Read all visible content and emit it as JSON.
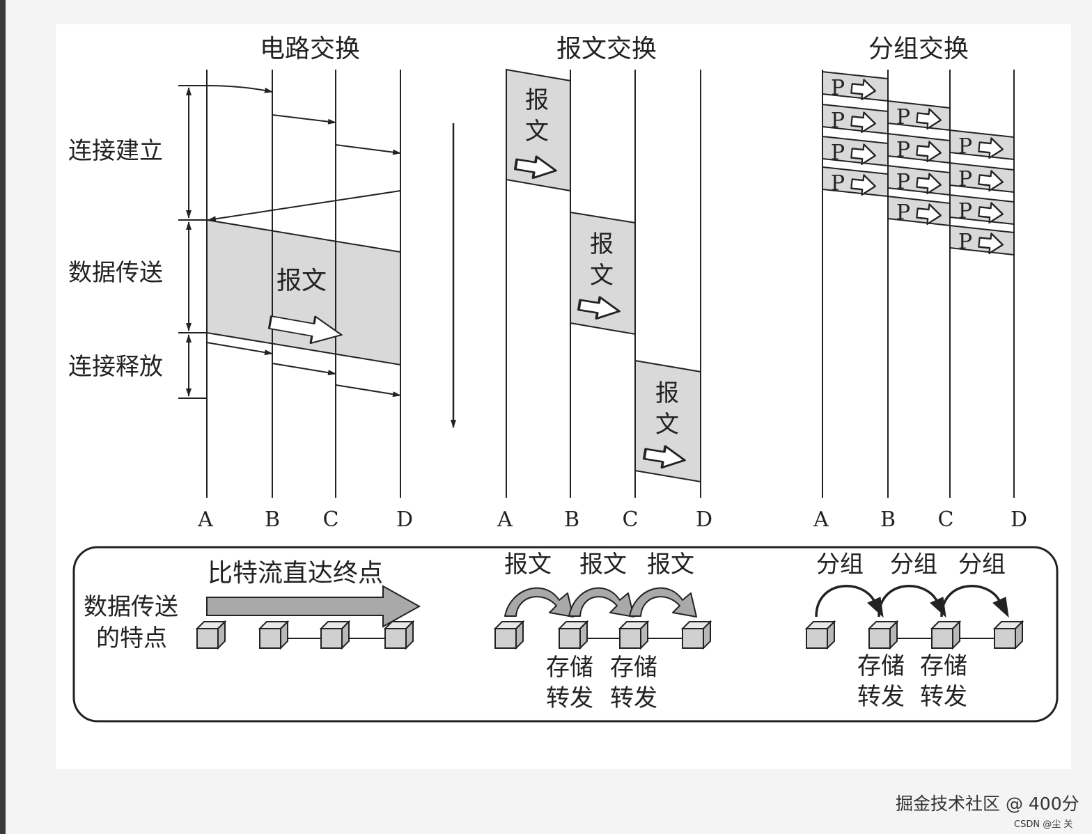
{
  "titles": {
    "circuit": "电路交换",
    "message": "报文交换",
    "packet": "分组交换"
  },
  "phases": {
    "setup": "连接建立",
    "transfer": "数据传送",
    "release": "连接释放"
  },
  "nodes": [
    "A",
    "B",
    "C",
    "D"
  ],
  "message_label": "报文",
  "message_chars": [
    "报",
    "文"
  ],
  "packet_label": "P",
  "bottom": {
    "feature_line1": "数据传送",
    "feature_line2": "的特点",
    "circuit_desc": "比特流直达终点",
    "message_hops": [
      "报文",
      "报文",
      "报文"
    ],
    "packet_hops": [
      "分组",
      "分组",
      "分组"
    ],
    "store_line1": "存储",
    "store_line2": "转发"
  },
  "watermark": "掘金技术社区 @ 400分",
  "credit": "CSDN @尘 关",
  "colors": {
    "box_fill": "#d9d9d9",
    "line": "#222222",
    "canvas": "#ffffff"
  }
}
